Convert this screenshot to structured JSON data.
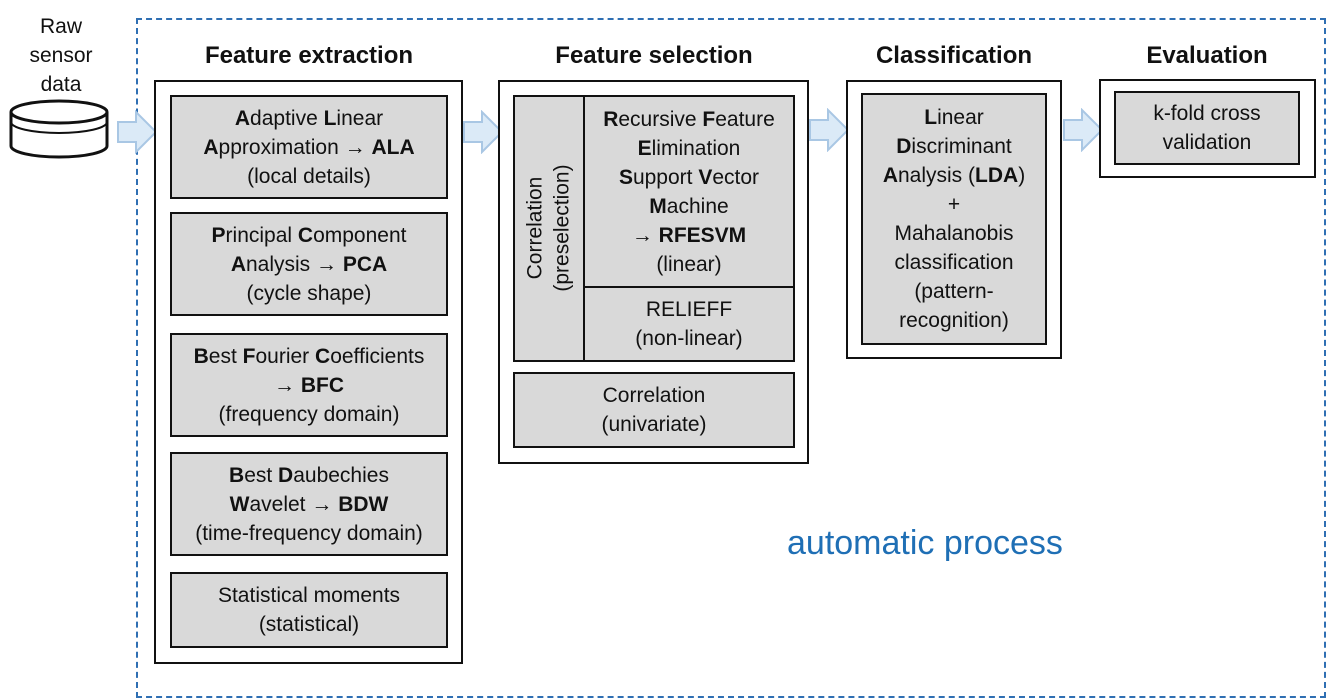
{
  "raw_sensor": {
    "line1": "Raw",
    "line2": "sensor",
    "line3": "data"
  },
  "headings": {
    "extraction": "Feature extraction",
    "selection": "Feature selection",
    "classification": "Classification",
    "evaluation": "Evaluation"
  },
  "extraction": {
    "ala": {
      "a1": "A",
      "a2": "daptive ",
      "a3": "L",
      "a4": "inear",
      "a5": "A",
      "a6": "pproximation → ",
      "a7": "ALA",
      "a8": "(local details)"
    },
    "pca": {
      "a1": "P",
      "a2": "rincipal ",
      "a3": "C",
      "a4": "omponent",
      "a5": "A",
      "a6": "nalysis → ",
      "a7": "PCA",
      "a8": "(cycle shape)"
    },
    "bfc": {
      "a1": "B",
      "a2": "est ",
      "a3": "F",
      "a4": "ourier ",
      "a5": "C",
      "a6": "oefficients",
      "a7": "→ ",
      "a8": "BFC",
      "a9": "(frequency domain)"
    },
    "bdw": {
      "a1": "B",
      "a2": "est ",
      "a3": "D",
      "a4": "aubechies",
      "a5": "W",
      "a6": "avelet → ",
      "a7": "BDW",
      "a8": "(time-frequency domain)"
    },
    "stat": {
      "line1": "Statistical moments",
      "line2": "(statistical)"
    }
  },
  "selection": {
    "correlation_pre": {
      "line1": "Correlation",
      "line2": "(preselection)"
    },
    "rfesvm": {
      "a1": "R",
      "a2": "ecursive ",
      "a3": "F",
      "a4": "eature",
      "a5": "E",
      "a6": "limination",
      "a7": "S",
      "a8": "upport ",
      "a9": "V",
      "a10": "ector",
      "a11": "M",
      "a12": "achine",
      "a13": "→ ",
      "a14": "RFESVM",
      "a15": "(linear)"
    },
    "relieff": {
      "line1": "RELIEFF",
      "line2": "(non-linear)"
    },
    "correlation_uni": {
      "line1": "Correlation",
      "line2": "(univariate)"
    }
  },
  "classification": {
    "a1": "L",
    "a2": "inear",
    "a3": "D",
    "a4": "iscriminant",
    "a5": "A",
    "a6": "nalysis (",
    "a7": "LDA",
    "a8": ")",
    "plus": "+",
    "m1": "Mahalanobis",
    "m2": "classification",
    "m3": "(pattern-",
    "m4": "recognition)"
  },
  "evaluation": {
    "line1": "k-fold cross",
    "line2": "validation"
  },
  "footer": {
    "auto": "automatic process"
  },
  "colors": {
    "dashed": "#2f6fb3",
    "arrow": "#dbeaf7",
    "box": "#d9d9d9",
    "auto_text": "#1f6fb5"
  }
}
